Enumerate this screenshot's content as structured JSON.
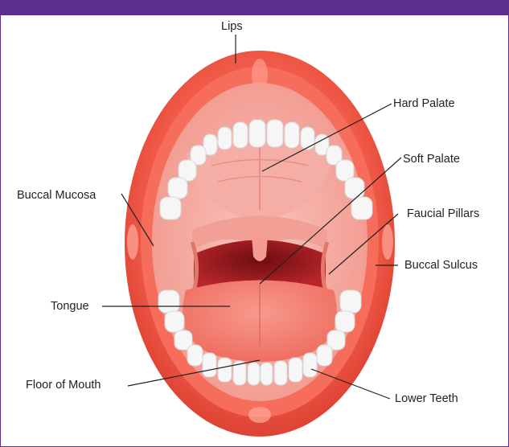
{
  "labels": {
    "lips": "Lips",
    "hard_palate": "Hard Palate",
    "soft_palate": "Soft Palate",
    "buccal_mucosa": "Buccal Mucosa",
    "faucial_pillars": "Faucial Pillars",
    "buccal_sulcus": "Buccal Sulcus",
    "tongue": "Tongue",
    "floor_of_mouth": "Floor of Mouth",
    "lower_teeth": "Lower Teeth"
  },
  "colors": {
    "header": "#5b2d8e",
    "lip_outer": "#e8483a",
    "lip_inner": "#f56a58",
    "mucosa": "#f7b6ad",
    "palate": "#f2a59b",
    "throat": "#9e1b1b",
    "tongue": "#f37f73",
    "teeth": "#f4f4f4"
  }
}
